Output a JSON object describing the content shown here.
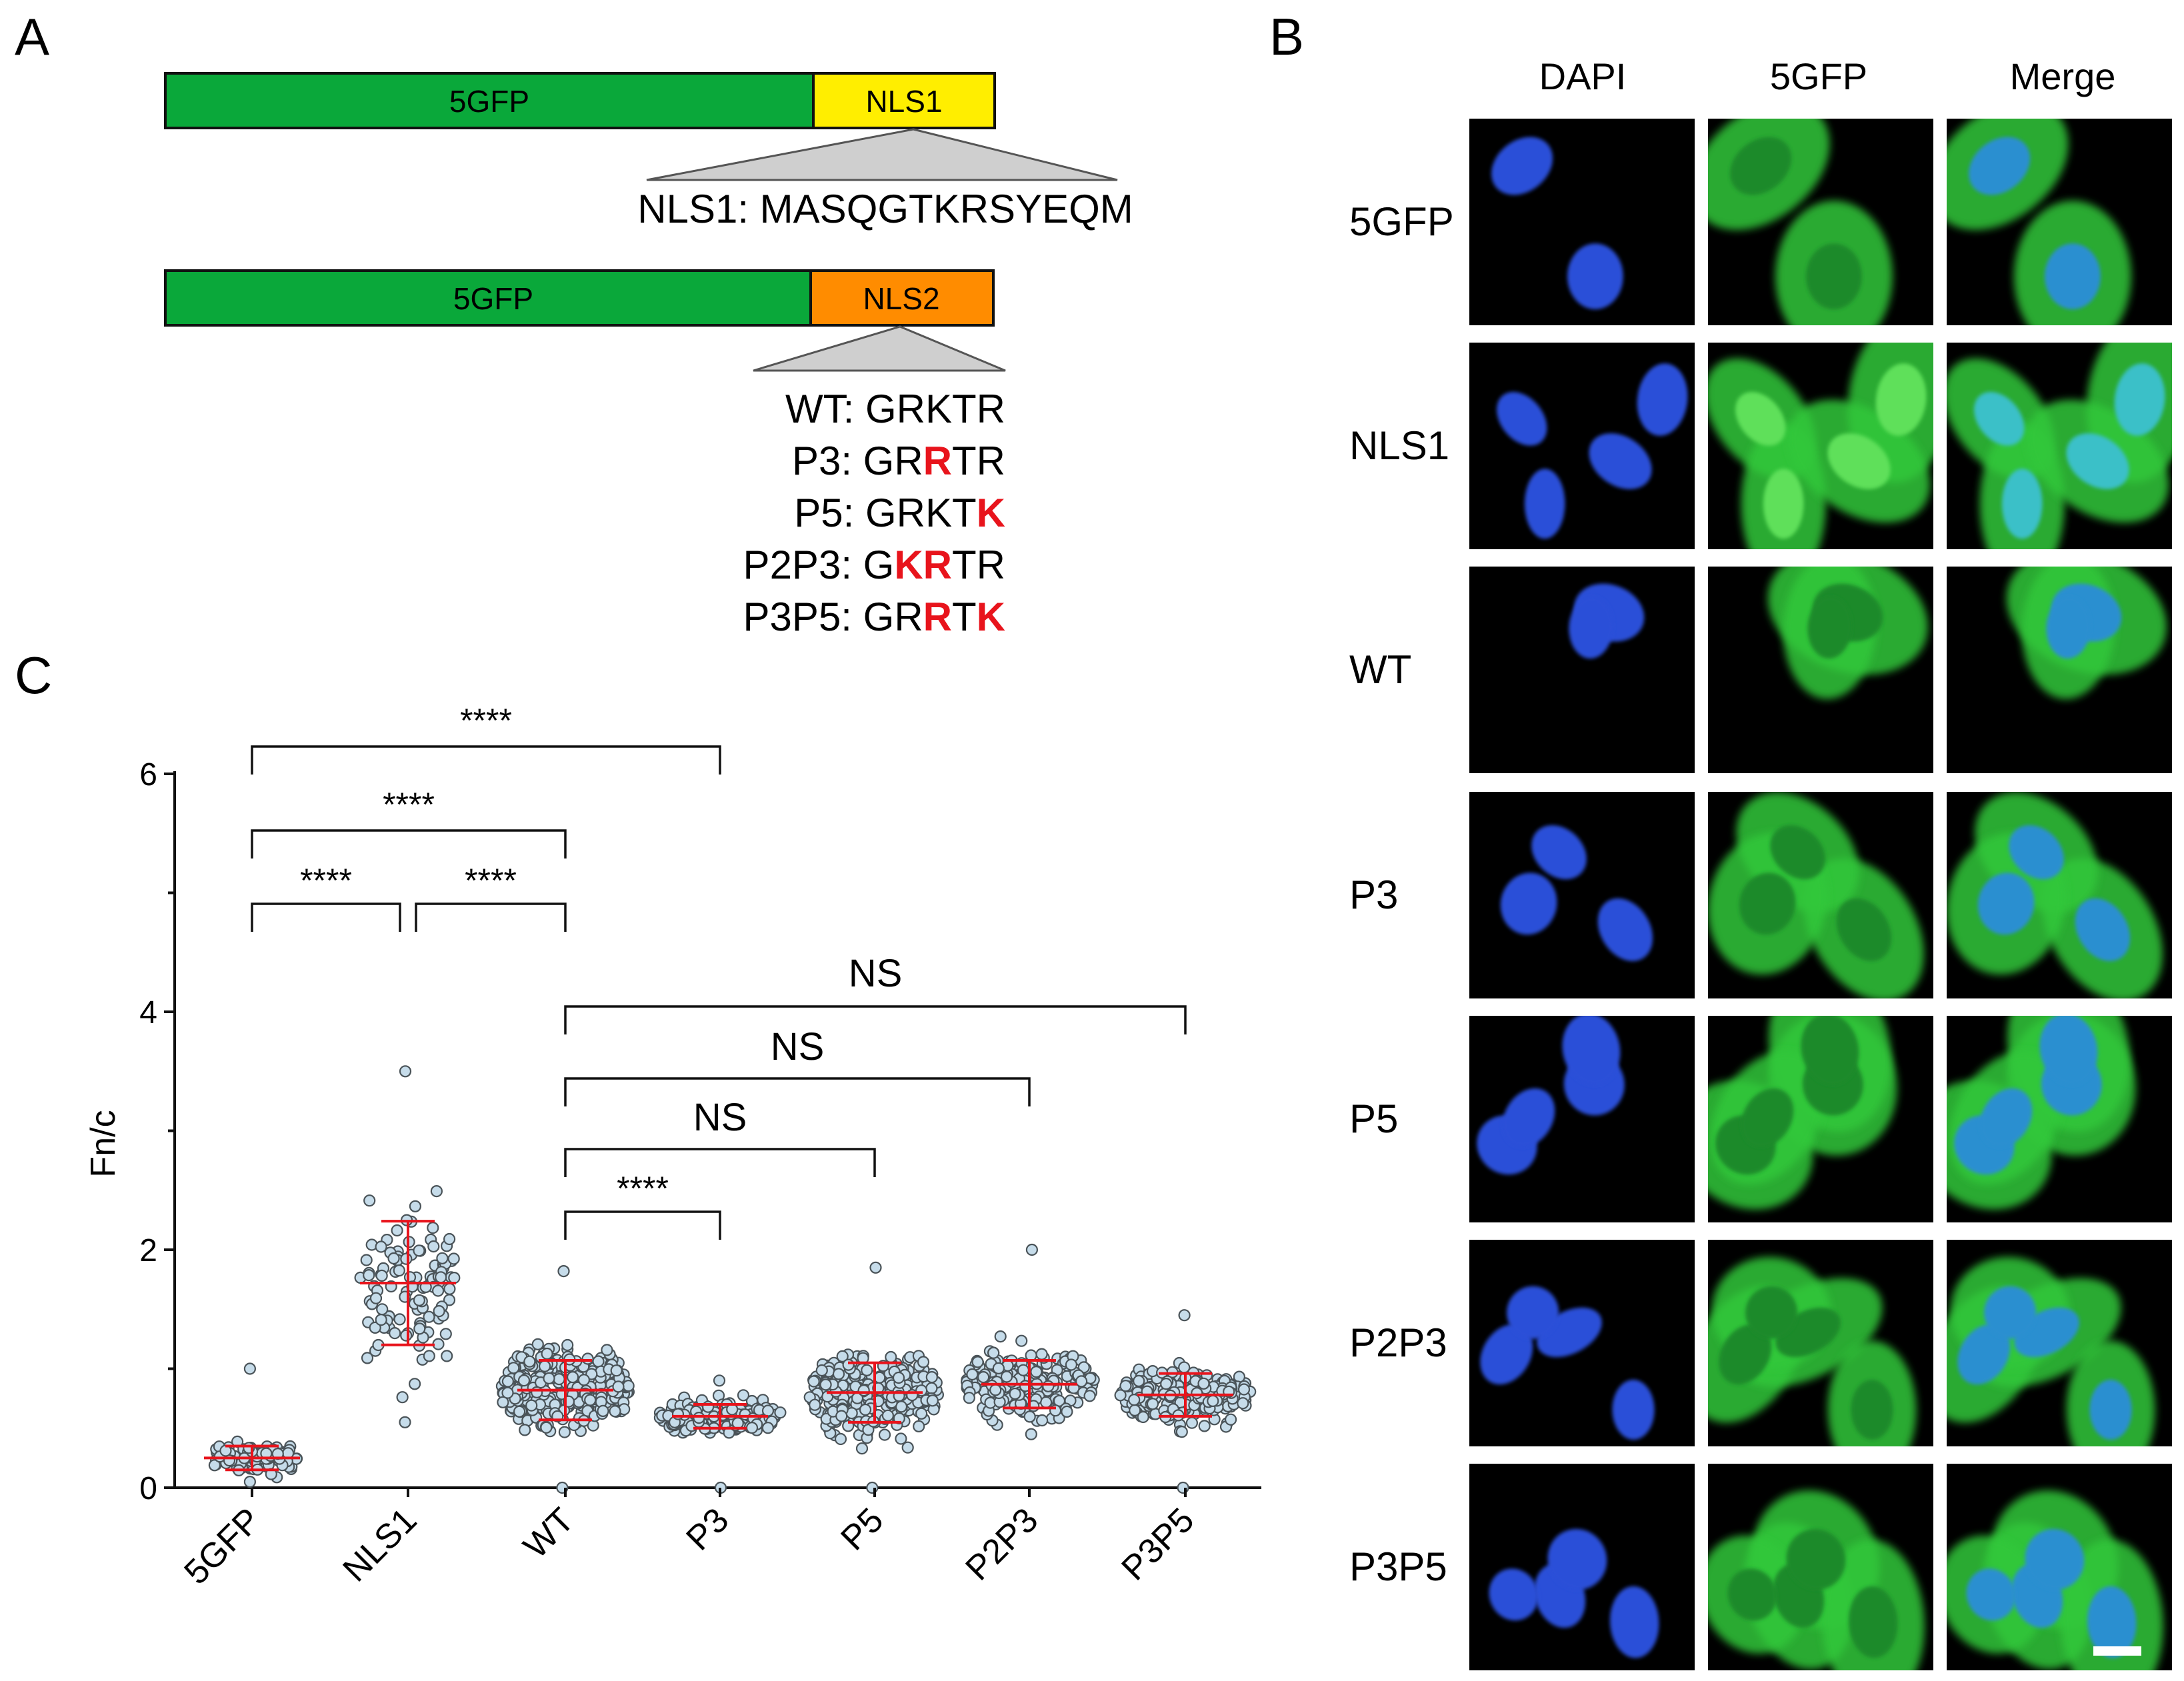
{
  "panels": {
    "a": "A",
    "b": "B",
    "c": "C"
  },
  "panel_a": {
    "construct1": {
      "gfp": "5GFP",
      "nls": "NLS1",
      "sequence": "NLS1: MASQGTKRSYEQM"
    },
    "construct2": {
      "gfp": "5GFP",
      "nls": "NLS2"
    },
    "variants": [
      {
        "name": "WT: ",
        "parts": [
          {
            "t": "GRKTR",
            "m": false
          }
        ]
      },
      {
        "name": "P3: ",
        "parts": [
          {
            "t": "GR",
            "m": false
          },
          {
            "t": "R",
            "m": true
          },
          {
            "t": "TR",
            "m": false
          }
        ]
      },
      {
        "name": "P5: ",
        "parts": [
          {
            "t": "GRKT",
            "m": false
          },
          {
            "t": "K",
            "m": true
          }
        ]
      },
      {
        "name": "P2P3: ",
        "parts": [
          {
            "t": "G",
            "m": false
          },
          {
            "t": "KR",
            "m": true
          },
          {
            "t": "TR",
            "m": false
          }
        ]
      },
      {
        "name": "P3P5: ",
        "parts": [
          {
            "t": "GR",
            "m": false
          },
          {
            "t": "R",
            "m": true
          },
          {
            "t": "T",
            "m": false
          },
          {
            "t": "K",
            "m": true
          }
        ]
      }
    ],
    "colors": {
      "gfp": "#0aa83a",
      "nls1": "#ffee00",
      "nls2": "#ff8c00",
      "mutation": "#e8141c"
    }
  },
  "panel_b": {
    "columns": [
      "DAPI",
      "5GFP",
      "Merge"
    ],
    "rows": [
      "5GFP",
      "NLS1",
      "WT",
      "P3",
      "P5",
      "P2P3",
      "P3P5"
    ],
    "colors": {
      "dapi": "#2a4fd8",
      "gfp": "#30c83a",
      "merge_nucleus": "#2a8fd0"
    }
  },
  "chart_data": {
    "type": "scatter",
    "ylabel": "Fn/c",
    "ylim": [
      0,
      6
    ],
    "yticks": [
      0,
      2,
      4,
      6
    ],
    "categories": [
      "5GFP",
      "NLS1",
      "WT",
      "P3",
      "P5",
      "P2P3",
      "P3P5"
    ],
    "groups": [
      {
        "name": "5GFP",
        "mean": 0.25,
        "sd": 0.1,
        "min": 0.05,
        "max": 1.0,
        "n": 90
      },
      {
        "name": "NLS1",
        "mean": 1.72,
        "sd": 0.52,
        "min": 0.55,
        "max": 3.5,
        "n": 110
      },
      {
        "name": "WT",
        "mean": 0.82,
        "sd": 0.25,
        "min": 0.0,
        "max": 1.82,
        "n": 320
      },
      {
        "name": "P3",
        "mean": 0.6,
        "sd": 0.1,
        "min": 0.0,
        "max": 0.9,
        "n": 180
      },
      {
        "name": "P5",
        "mean": 0.8,
        "sd": 0.25,
        "min": 0.0,
        "max": 1.85,
        "n": 300
      },
      {
        "name": "P2P3",
        "mean": 0.87,
        "sd": 0.2,
        "min": 0.45,
        "max": 2.0,
        "n": 240
      },
      {
        "name": "P3P5",
        "mean": 0.78,
        "sd": 0.18,
        "min": 0.0,
        "max": 1.45,
        "n": 220
      }
    ],
    "comparisons": [
      {
        "from": "5GFP",
        "to": "P3",
        "label": "****"
      },
      {
        "from": "5GFP",
        "to": "WT",
        "label": "****"
      },
      {
        "from": "5GFP",
        "to": "NLS1",
        "label": "****"
      },
      {
        "from": "NLS1",
        "to": "WT",
        "label": "****"
      },
      {
        "from": "WT",
        "to": "P3P5",
        "label": "NS"
      },
      {
        "from": "WT",
        "to": "P2P3",
        "label": "NS"
      },
      {
        "from": "WT",
        "to": "P5",
        "label": "NS"
      },
      {
        "from": "WT",
        "to": "P3",
        "label": "****"
      }
    ],
    "colors": {
      "point_fill": "#c6dcea",
      "point_stroke": "#4a5358",
      "error_bar": "#e8141c"
    }
  }
}
